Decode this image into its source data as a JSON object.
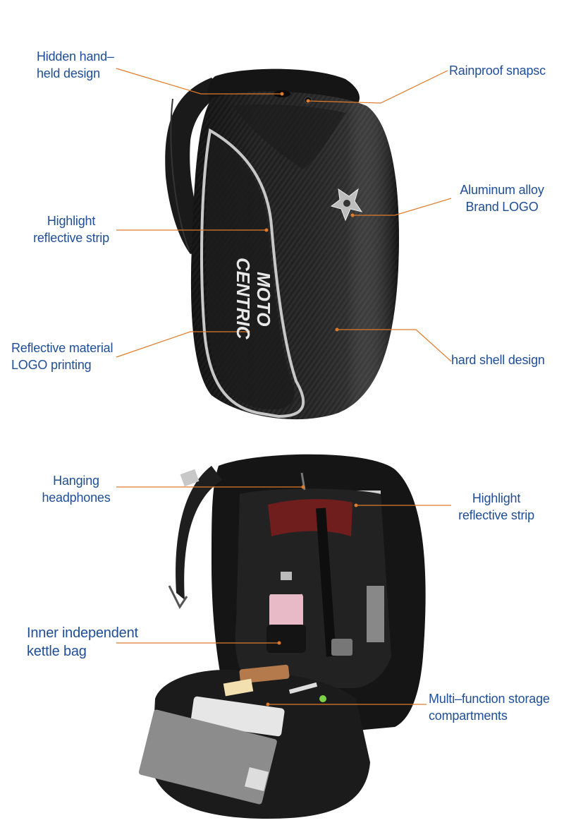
{
  "brand": {
    "logo_line1": "MOTO",
    "logo_line2": "CENTRIC"
  },
  "top_product": {
    "labels": {
      "hidden_handle": [
        "Hidden hand–",
        "held design"
      ],
      "rainproof": "Rainproof snapsc",
      "aluminum_logo": [
        "Aluminum alloy",
        "Brand LOGO"
      ],
      "reflective_strip": [
        "Highlight",
        "reflective strip"
      ],
      "reflective_logo": [
        "Reflective material",
        "LOGO printing"
      ],
      "hard_shell": "hard shell design"
    }
  },
  "bottom_product": {
    "labels": {
      "headphones": [
        "Hanging",
        "headphones"
      ],
      "reflective_strip": [
        "Highlight",
        "reflective strip"
      ],
      "kettle_bag": [
        "Inner independent",
        "kettle bag"
      ],
      "storage": [
        "Multi–function storage",
        "compartments"
      ]
    }
  },
  "colors": {
    "label_text": "#1f4e96",
    "leader_line": "#e07b2a",
    "background": "#ffffff",
    "shell": "#2a2a2a",
    "reflective": "#c8c8c8"
  }
}
